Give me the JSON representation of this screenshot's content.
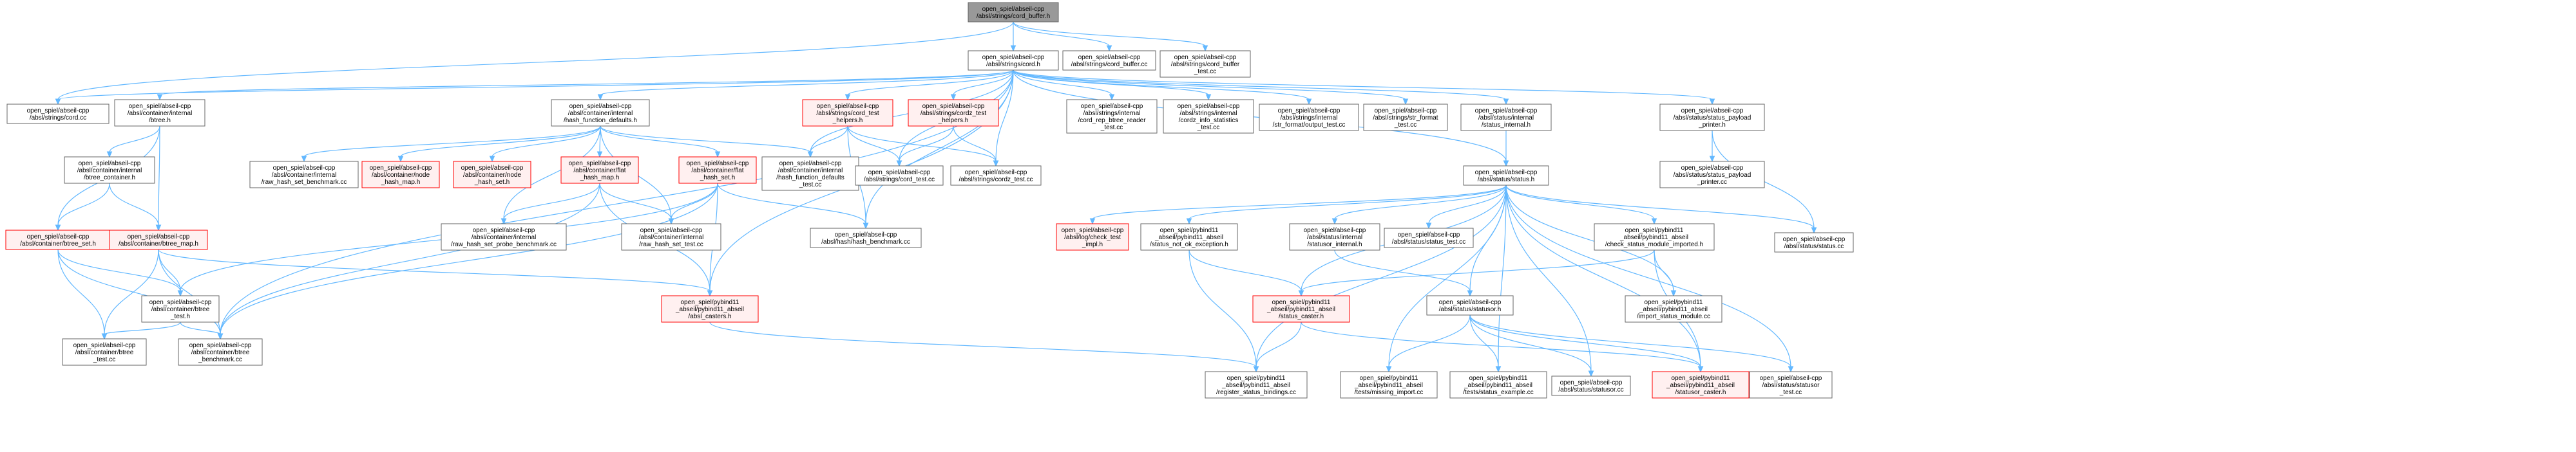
{
  "graph": {
    "edge_color": "#63b8ff",
    "nodes": [
      {
        "id": "root",
        "lines": [
          "open_spiel/abseil-cpp",
          "/absl/strings/cord_buffer.h"
        ],
        "style": "root"
      },
      {
        "id": "cord_h",
        "lines": [
          "open_spiel/abseil-cpp",
          "/absl/strings/cord.h"
        ],
        "style": "normal"
      },
      {
        "id": "cord_buffer_cc",
        "lines": [
          "open_spiel/abseil-cpp",
          "/absl/strings/cord_buffer.cc"
        ],
        "style": "normal"
      },
      {
        "id": "cord_buffer_test",
        "lines": [
          "open_spiel/abseil-cpp",
          "/absl/strings/cord_buffer",
          "_test.cc"
        ],
        "style": "normal"
      },
      {
        "id": "cord_cc",
        "lines": [
          "open_spiel/abseil-cpp",
          "/absl/strings/cord.cc"
        ],
        "style": "normal"
      },
      {
        "id": "btree_h",
        "lines": [
          "open_spiel/abseil-cpp",
          "/absl/container/internal",
          "/btree.h"
        ],
        "style": "normal"
      },
      {
        "id": "hash_fn_defaults_h",
        "lines": [
          "open_spiel/abseil-cpp",
          "/absl/container/internal",
          "/hash_function_defaults.h"
        ],
        "style": "normal"
      },
      {
        "id": "cord_test_helpers",
        "lines": [
          "open_spiel/abseil-cpp",
          "/absl/strings/cord_test",
          "_helpers.h"
        ],
        "style": "red"
      },
      {
        "id": "cordz_test_helpers",
        "lines": [
          "open_spiel/abseil-cpp",
          "/absl/strings/cordz_test",
          "_helpers.h"
        ],
        "style": "red"
      },
      {
        "id": "cord_rep_btree_reader_test",
        "lines": [
          "open_spiel/abseil-cpp",
          "/absl/strings/internal",
          "/cord_rep_btree_reader",
          "_test.cc"
        ],
        "style": "normal"
      },
      {
        "id": "cordz_info_statistics_test",
        "lines": [
          "open_spiel/abseil-cpp",
          "/absl/strings/internal",
          "/cordz_info_statistics",
          "_test.cc"
        ],
        "style": "normal"
      },
      {
        "id": "str_format_output_test",
        "lines": [
          "open_spiel/abseil-cpp",
          "/absl/strings/internal",
          "/str_format/output_test.cc"
        ],
        "style": "normal"
      },
      {
        "id": "str_format_test",
        "lines": [
          "open_spiel/abseil-cpp",
          "/absl/strings/str_format",
          "_test.cc"
        ],
        "style": "normal"
      },
      {
        "id": "status_internal_h",
        "lines": [
          "open_spiel/abseil-cpp",
          "/absl/status/internal",
          "/status_internal.h"
        ],
        "style": "normal"
      },
      {
        "id": "status_payload_printer_h",
        "lines": [
          "open_spiel/abseil-cpp",
          "/absl/status/status_payload",
          "_printer.h"
        ],
        "style": "normal"
      },
      {
        "id": "btree_container_h",
        "lines": [
          "open_spiel/abseil-cpp",
          "/absl/container/internal",
          "/btree_container.h"
        ],
        "style": "normal"
      },
      {
        "id": "raw_hash_set_benchmark",
        "lines": [
          "open_spiel/abseil-cpp",
          "/absl/container/internal",
          "/raw_hash_set_benchmark.cc"
        ],
        "style": "normal"
      },
      {
        "id": "node_hash_map_h",
        "lines": [
          "open_spiel/abseil-cpp",
          "/absl/container/node",
          "_hash_map.h"
        ],
        "style": "red"
      },
      {
        "id": "node_hash_set_h",
        "lines": [
          "open_spiel/abseil-cpp",
          "/absl/container/node",
          "_hash_set.h"
        ],
        "style": "red"
      },
      {
        "id": "flat_hash_map_h",
        "lines": [
          "open_spiel/abseil-cpp",
          "/absl/container/flat",
          "_hash_map.h"
        ],
        "style": "red"
      },
      {
        "id": "flat_hash_set_h",
        "lines": [
          "open_spiel/abseil-cpp",
          "/absl/container/flat",
          "_hash_set.h"
        ],
        "style": "red"
      },
      {
        "id": "hash_fn_defaults_test",
        "lines": [
          "open_spiel/abseil-cpp",
          "/absl/container/internal",
          "/hash_function_defaults",
          "_test.cc"
        ],
        "style": "normal"
      },
      {
        "id": "cord_test_cc",
        "lines": [
          "open_spiel/abseil-cpp",
          "/absl/strings/cord_test.cc"
        ],
        "style": "normal"
      },
      {
        "id": "cordz_test_cc",
        "lines": [
          "open_spiel/abseil-cpp",
          "/absl/strings/cordz_test.cc"
        ],
        "style": "normal"
      },
      {
        "id": "status_h",
        "lines": [
          "open_spiel/abseil-cpp",
          "/absl/status/status.h"
        ],
        "style": "normal"
      },
      {
        "id": "status_payload_printer_cc",
        "lines": [
          "open_spiel/abseil-cpp",
          "/absl/status/status_payload",
          "_printer.cc"
        ],
        "style": "normal"
      },
      {
        "id": "btree_set_h",
        "lines": [
          "open_spiel/abseil-cpp",
          "/absl/container/btree_set.h"
        ],
        "style": "red"
      },
      {
        "id": "btree_map_h",
        "lines": [
          "open_spiel/abseil-cpp",
          "/absl/container/btree_map.h"
        ],
        "style": "red"
      },
      {
        "id": "raw_hash_set_probe_benchmark",
        "lines": [
          "open_spiel/abseil-cpp",
          "/absl/container/internal",
          "/raw_hash_set_probe_benchmark.cc"
        ],
        "style": "normal"
      },
      {
        "id": "raw_hash_set_test",
        "lines": [
          "open_spiel/abseil-cpp",
          "/absl/container/internal",
          "/raw_hash_set_test.cc"
        ],
        "style": "normal"
      },
      {
        "id": "hash_benchmark",
        "lines": [
          "open_spiel/abseil-cpp",
          "/absl/hash/hash_benchmark.cc"
        ],
        "style": "normal"
      },
      {
        "id": "check_test_impl",
        "lines": [
          "open_spiel/abseil-cpp",
          "/absl/log/check_test",
          "_impl.h"
        ],
        "style": "red"
      },
      {
        "id": "status_not_ok_exception",
        "lines": [
          "open_spiel/pybind11",
          "_abseil/pybind11_abseil",
          "/status_not_ok_exception.h"
        ],
        "style": "normal"
      },
      {
        "id": "statusor_internal_h",
        "lines": [
          "open_spiel/abseil-cpp",
          "/absl/status/internal",
          "/statusor_internal.h"
        ],
        "style": "normal"
      },
      {
        "id": "status_test_cc",
        "lines": [
          "open_spiel/abseil-cpp",
          "/absl/status/status_test.cc"
        ],
        "style": "normal"
      },
      {
        "id": "check_status_module_imported",
        "lines": [
          "open_spiel/pybind11",
          "_abseil/pybind11_abseil",
          "/check_status_module_imported.h"
        ],
        "style": "normal"
      },
      {
        "id": "status_cc",
        "lines": [
          "open_spiel/abseil-cpp",
          "/absl/status/status.cc"
        ],
        "style": "normal"
      },
      {
        "id": "btree_test_h",
        "lines": [
          "open_spiel/abseil-cpp",
          "/absl/container/btree",
          "_test.h"
        ],
        "style": "normal"
      },
      {
        "id": "absl_casters_h",
        "lines": [
          "open_spiel/pybind11",
          "_abseil/pybind11_abseil",
          "/absl_casters.h"
        ],
        "style": "red"
      },
      {
        "id": "status_caster_h",
        "lines": [
          "open_spiel/pybind11",
          "_abseil/pybind11_abseil",
          "/status_caster.h"
        ],
        "style": "red"
      },
      {
        "id": "statusor_h",
        "lines": [
          "open_spiel/abseil-cpp",
          "/absl/status/statusor.h"
        ],
        "style": "normal"
      },
      {
        "id": "import_status_module",
        "lines": [
          "open_spiel/pybind11",
          "_abseil/pybind11_abseil",
          "/import_status_module.cc"
        ],
        "style": "normal"
      },
      {
        "id": "btree_test_cc",
        "lines": [
          "open_spiel/abseil-cpp",
          "/absl/container/btree",
          "_test.cc"
        ],
        "style": "normal"
      },
      {
        "id": "btree_benchmark",
        "lines": [
          "open_spiel/abseil-cpp",
          "/absl/container/btree",
          "_benchmark.cc"
        ],
        "style": "normal"
      },
      {
        "id": "register_status_bindings",
        "lines": [
          "open_spiel/pybind11",
          "_abseil/pybind11_abseil",
          "/register_status_bindings.cc"
        ],
        "style": "normal"
      },
      {
        "id": "missing_import",
        "lines": [
          "open_spiel/pybind11",
          "_abseil/pybind11_abseil",
          "/tests/missing_import.cc"
        ],
        "style": "normal"
      },
      {
        "id": "status_example",
        "lines": [
          "open_spiel/pybind11",
          "_abseil/pybind11_abseil",
          "/tests/status_example.cc"
        ],
        "style": "normal"
      },
      {
        "id": "statusor_cc",
        "lines": [
          "open_spiel/abseil-cpp",
          "/absl/status/statusor.cc"
        ],
        "style": "normal"
      },
      {
        "id": "statusor_caster_h",
        "lines": [
          "open_spiel/pybind11",
          "_abseil/pybind11_abseil",
          "/statusor_caster.h"
        ],
        "style": "red"
      },
      {
        "id": "statusor_test_cc",
        "lines": [
          "open_spiel/abseil-cpp",
          "/absl/status/statusor",
          "_test.cc"
        ],
        "style": "normal"
      }
    ],
    "edges": [
      [
        "root",
        "cord_h"
      ],
      [
        "root",
        "cord_buffer_cc"
      ],
      [
        "root",
        "cord_buffer_test"
      ],
      [
        "root",
        "cord_cc"
      ],
      [
        "cord_h",
        "cord_cc"
      ],
      [
        "cord_h",
        "btree_h"
      ],
      [
        "cord_h",
        "hash_fn_defaults_h"
      ],
      [
        "cord_h",
        "cord_test_helpers"
      ],
      [
        "cord_h",
        "cordz_test_helpers"
      ],
      [
        "cord_h",
        "cord_rep_btree_reader_test"
      ],
      [
        "cord_h",
        "cordz_info_statistics_test"
      ],
      [
        "cord_h",
        "str_format_output_test"
      ],
      [
        "cord_h",
        "str_format_test"
      ],
      [
        "cord_h",
        "status_internal_h"
      ],
      [
        "cord_h",
        "status_payload_printer_h"
      ],
      [
        "cord_h",
        "status_h"
      ],
      [
        "cord_h",
        "cord_test_cc"
      ],
      [
        "cord_h",
        "cordz_test_cc"
      ],
      [
        "cord_h",
        "hash_benchmark"
      ],
      [
        "cord_h",
        "hash_fn_defaults_test"
      ],
      [
        "cord_h",
        "absl_casters_h"
      ],
      [
        "cord_h",
        "btree_benchmark"
      ],
      [
        "btree_h",
        "btree_container_h"
      ],
      [
        "btree_h",
        "btree_set_h"
      ],
      [
        "btree_h",
        "btree_map_h"
      ],
      [
        "btree_container_h",
        "btree_set_h"
      ],
      [
        "btree_container_h",
        "btree_map_h"
      ],
      [
        "hash_fn_defaults_h",
        "raw_hash_set_benchmark"
      ],
      [
        "hash_fn_defaults_h",
        "node_hash_map_h"
      ],
      [
        "hash_fn_defaults_h",
        "node_hash_set_h"
      ],
      [
        "hash_fn_defaults_h",
        "flat_hash_map_h"
      ],
      [
        "hash_fn_defaults_h",
        "flat_hash_set_h"
      ],
      [
        "hash_fn_defaults_h",
        "hash_fn_defaults_test"
      ],
      [
        "hash_fn_defaults_h",
        "raw_hash_set_probe_benchmark"
      ],
      [
        "hash_fn_defaults_h",
        "raw_hash_set_test"
      ],
      [
        "flat_hash_map_h",
        "raw_hash_set_probe_benchmark"
      ],
      [
        "flat_hash_map_h",
        "raw_hash_set_test"
      ],
      [
        "flat_hash_map_h",
        "absl_casters_h"
      ],
      [
        "flat_hash_map_h",
        "btree_benchmark"
      ],
      [
        "flat_hash_set_h",
        "raw_hash_set_test"
      ],
      [
        "flat_hash_set_h",
        "hash_benchmark"
      ],
      [
        "flat_hash_set_h",
        "absl_casters_h"
      ],
      [
        "flat_hash_set_h",
        "btree_test_h"
      ],
      [
        "flat_hash_set_h",
        "btree_benchmark"
      ],
      [
        "cord_test_helpers",
        "hash_fn_defaults_test"
      ],
      [
        "cord_test_helpers",
        "cord_test_cc"
      ],
      [
        "cord_test_helpers",
        "cordz_test_cc"
      ],
      [
        "cord_test_helpers",
        "hash_benchmark"
      ],
      [
        "cordz_test_helpers",
        "cord_test_cc"
      ],
      [
        "cordz_test_helpers",
        "cordz_test_cc"
      ],
      [
        "status_internal_h",
        "status_h"
      ],
      [
        "status_payload_printer_h",
        "status_payload_printer_cc"
      ],
      [
        "status_payload_printer_h",
        "status_cc"
      ],
      [
        "status_h",
        "check_test_impl"
      ],
      [
        "status_h",
        "status_not_ok_exception"
      ],
      [
        "status_h",
        "statusor_internal_h"
      ],
      [
        "status_h",
        "status_test_cc"
      ],
      [
        "status_h",
        "check_status_module_imported"
      ],
      [
        "status_h",
        "status_cc"
      ],
      [
        "status_h",
        "status_caster_h"
      ],
      [
        "status_h",
        "statusor_h"
      ],
      [
        "status_h",
        "register_status_bindings"
      ],
      [
        "status_h",
        "missing_import"
      ],
      [
        "status_h",
        "status_example"
      ],
      [
        "status_h",
        "statusor_cc"
      ],
      [
        "status_h",
        "statusor_caster_h"
      ],
      [
        "status_h",
        "statusor_test_cc"
      ],
      [
        "status_h",
        "import_status_module"
      ],
      [
        "status_not_ok_exception",
        "status_caster_h"
      ],
      [
        "status_not_ok_exception",
        "register_status_bindings"
      ],
      [
        "statusor_internal_h",
        "statusor_h"
      ],
      [
        "check_status_module_imported",
        "status_caster_h"
      ],
      [
        "check_status_module_imported",
        "import_status_module"
      ],
      [
        "check_status_module_imported",
        "statusor_caster_h"
      ],
      [
        "status_caster_h",
        "register_status_bindings"
      ],
      [
        "status_caster_h",
        "statusor_caster_h"
      ],
      [
        "statusor_h",
        "missing_import"
      ],
      [
        "statusor_h",
        "status_example"
      ],
      [
        "statusor_h",
        "statusor_cc"
      ],
      [
        "statusor_h",
        "statusor_caster_h"
      ],
      [
        "statusor_h",
        "statusor_test_cc"
      ],
      [
        "btree_set_h",
        "btree_test_h"
      ],
      [
        "btree_set_h",
        "btree_test_cc"
      ],
      [
        "btree_set_h",
        "btree_benchmark"
      ],
      [
        "btree_map_h",
        "btree_test_h"
      ],
      [
        "btree_map_h",
        "btree_test_cc"
      ],
      [
        "btree_map_h",
        "btree_benchmark"
      ],
      [
        "btree_map_h",
        "absl_casters_h"
      ],
      [
        "btree_test_h",
        "btree_test_cc"
      ],
      [
        "btree_test_h",
        "btree_benchmark"
      ],
      [
        "absl_casters_h",
        "register_status_bindings"
      ]
    ]
  }
}
